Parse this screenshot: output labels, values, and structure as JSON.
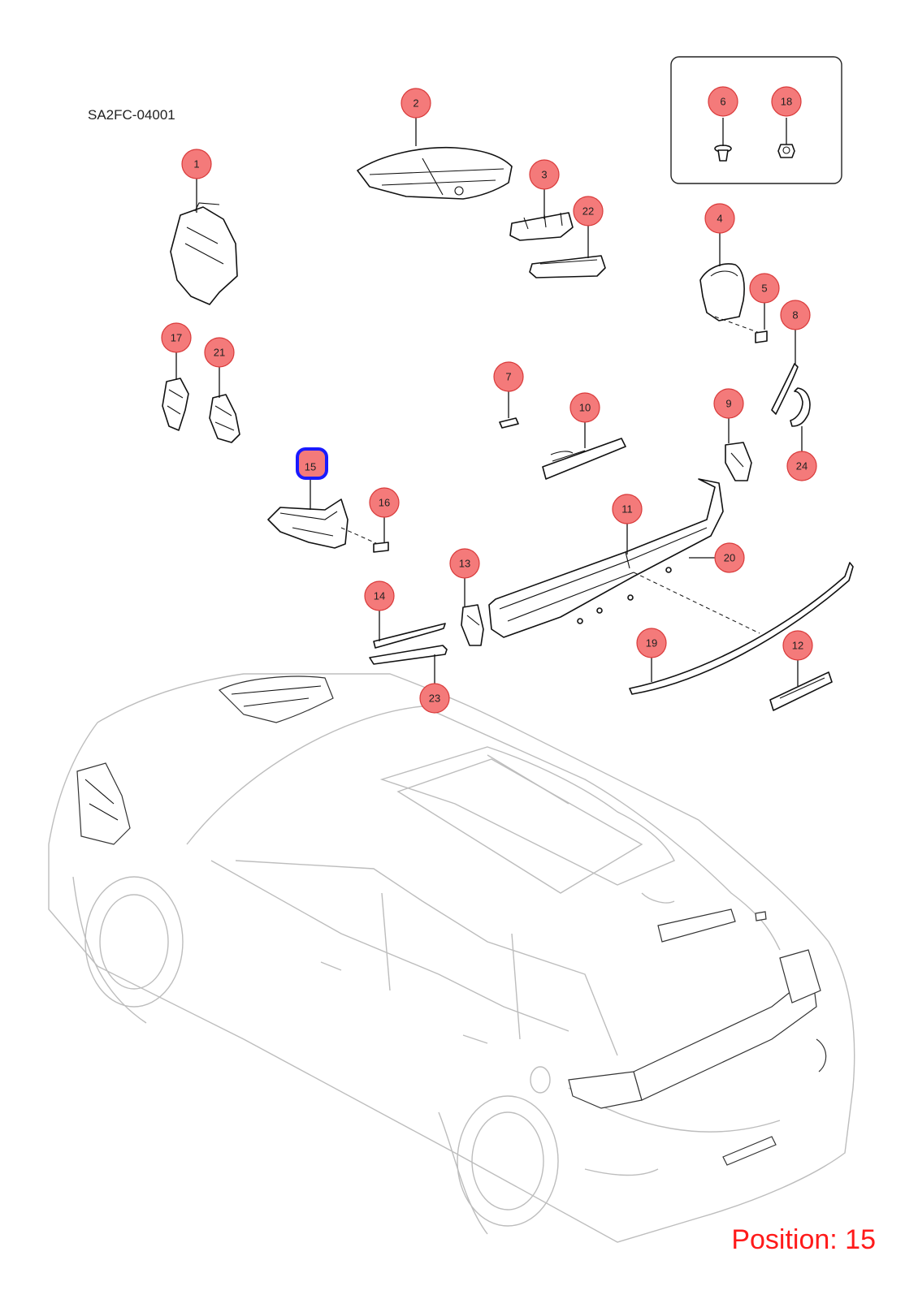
{
  "document": {
    "code": "SA2FC-04001",
    "position_label": "Position: 15"
  },
  "colors": {
    "callout_fill": "#f47a7a",
    "callout_stroke": "#d93a3a",
    "highlight_stroke": "#1a1aff",
    "position_text": "#ff1a1a"
  },
  "callouts": [
    {
      "label": "1"
    },
    {
      "label": "2"
    },
    {
      "label": "3"
    },
    {
      "label": "4"
    },
    {
      "label": "5"
    },
    {
      "label": "6"
    },
    {
      "label": "7"
    },
    {
      "label": "8"
    },
    {
      "label": "9"
    },
    {
      "label": "10"
    },
    {
      "label": "11"
    },
    {
      "label": "12"
    },
    {
      "label": "13"
    },
    {
      "label": "14"
    },
    {
      "label": "15",
      "highlighted": true
    },
    {
      "label": "16"
    },
    {
      "label": "17"
    },
    {
      "label": "18"
    },
    {
      "label": "19"
    },
    {
      "label": "20"
    },
    {
      "label": "21"
    },
    {
      "label": "22"
    },
    {
      "label": "23"
    },
    {
      "label": "24"
    }
  ]
}
